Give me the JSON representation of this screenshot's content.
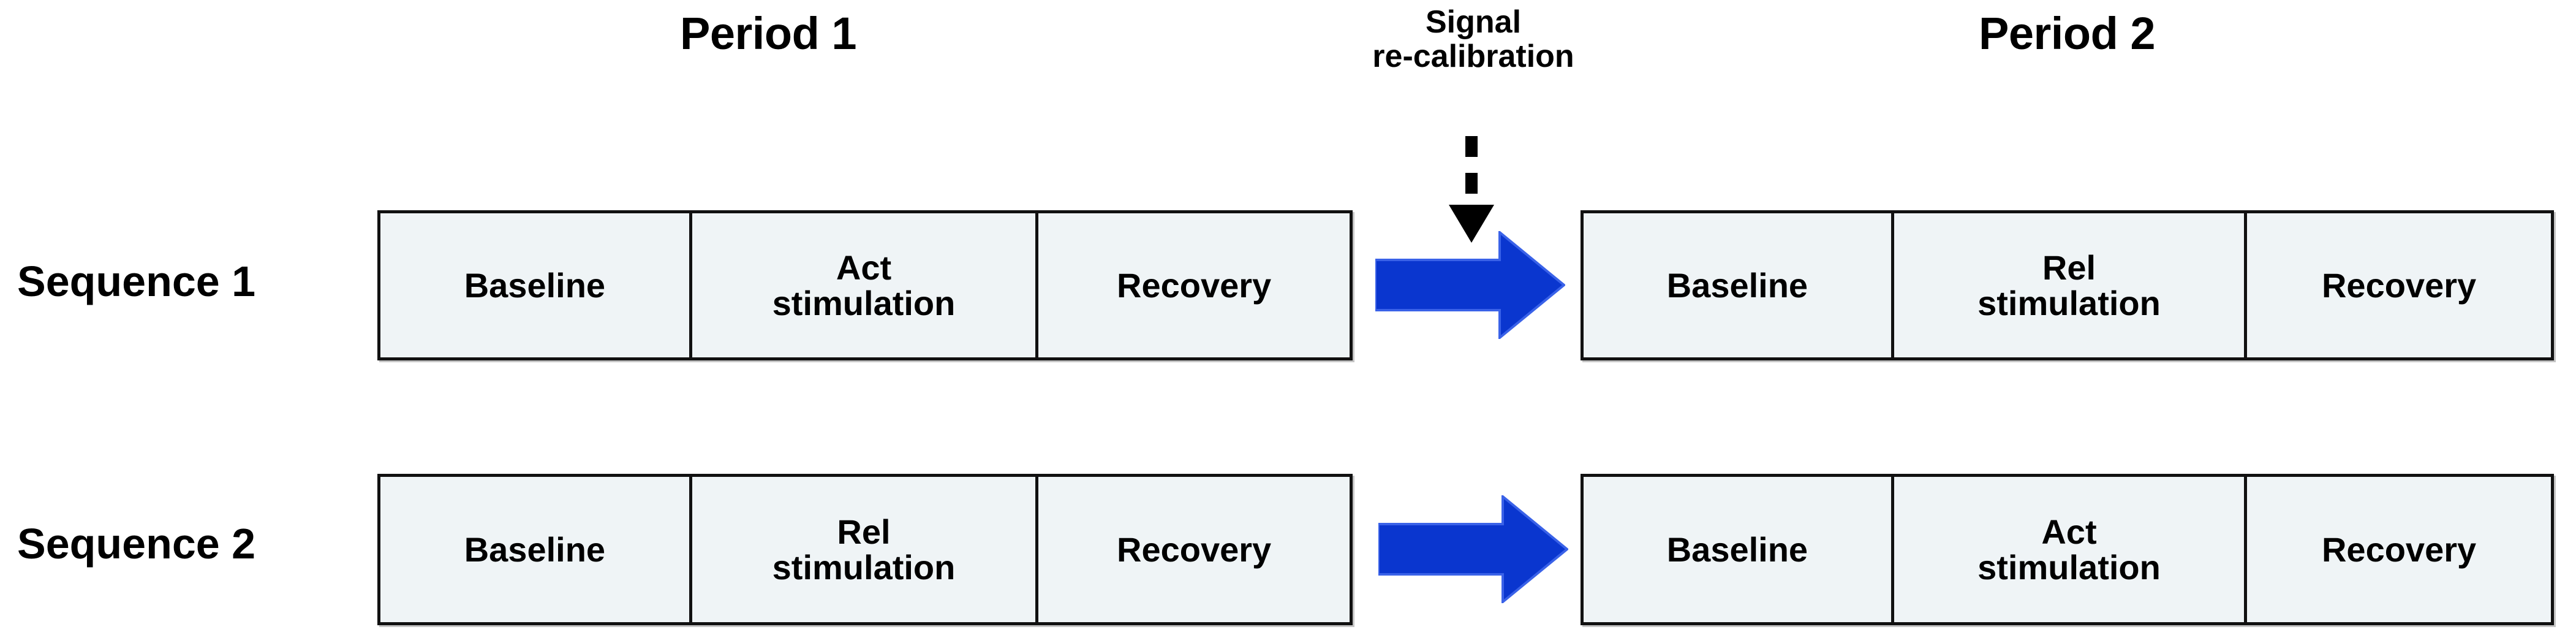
{
  "diagram": {
    "title_period_1": "Period 1",
    "title_period_2": "Period 2",
    "annotation": {
      "line1": "Signal",
      "line2": "re-calibration",
      "arrow_icon": "dashed-down-arrow-icon"
    },
    "colors": {
      "arrow_blue": "#0a36cf",
      "cell_fill": "#eff4f6",
      "border": "#111111",
      "text": "#000000"
    },
    "sequences": [
      {
        "label": "Sequence 1",
        "transition_arrow_icon": "right-arrow-icon",
        "period1": {
          "name": "Period 1",
          "phases": [
            {
              "label": "Baseline"
            },
            {
              "label": "Act\nstimulation"
            },
            {
              "label": "Recovery"
            }
          ]
        },
        "period2": {
          "name": "Period 2",
          "phases": [
            {
              "label": "Baseline"
            },
            {
              "label": "Rel\nstimulation"
            },
            {
              "label": "Recovery"
            }
          ]
        }
      },
      {
        "label": "Sequence 2",
        "transition_arrow_icon": "right-arrow-icon",
        "period1": {
          "name": "Period 1",
          "phases": [
            {
              "label": "Baseline"
            },
            {
              "label": "Rel\nstimulation"
            },
            {
              "label": "Recovery"
            }
          ]
        },
        "period2": {
          "name": "Period 2",
          "phases": [
            {
              "label": "Baseline"
            },
            {
              "label": "Act\nstimulation"
            },
            {
              "label": "Recovery"
            }
          ]
        }
      }
    ]
  }
}
